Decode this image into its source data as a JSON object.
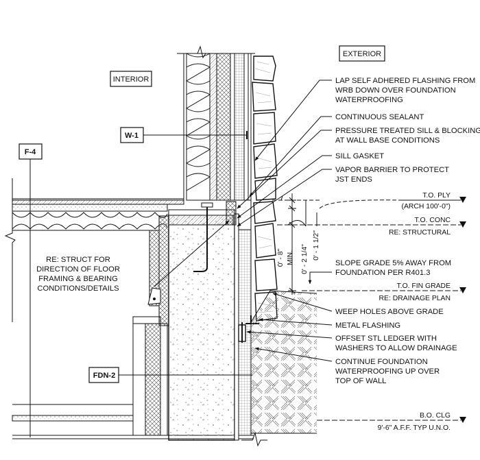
{
  "labels": {
    "exterior": "EXTERIOR",
    "interior": "INTERIOR",
    "w1": "W-1",
    "f4": "F-4",
    "fdn2": "FDN-2"
  },
  "notes": {
    "lap_flashing": [
      "LAP SELF ADHERED FLASHING FROM",
      "WRB DOWN OVER FOUNDATION",
      "WATERPROOFING"
    ],
    "sealant": "CONTINUOUS SEALANT",
    "sill": [
      "PRESSURE TREATED SILL & BLOCKING",
      "AT WALL BASE CONDITIONS"
    ],
    "gasket": "SILL GASKET",
    "vapor": [
      "VAPOR BARRIER TO PROTECT",
      "JST ENDS"
    ],
    "struct": [
      "RE: STRUCT FOR",
      "DIRECTION OF FLOOR",
      "FRAMING & BEARING",
      "CONDITIONS/DETAILS"
    ],
    "slope": [
      "SLOPE GRADE 5% AWAY FROM",
      "FOUNDATION PER R401.3"
    ],
    "weep": "WEEP HOLES ABOVE GRADE",
    "metal": "METAL FLASHING",
    "ledger": [
      "OFFSET STL LEDGER WITH",
      "WASHERS TO ALLOW DRAINAGE"
    ],
    "continue_wp": [
      "CONTINUE FOUNDATION",
      "WATERPROOFING UP OVER",
      "TOP OF WALL"
    ]
  },
  "elevations": {
    "ply": {
      "title": "T.O. PLY",
      "sub": "(ARCH 100'-0\")"
    },
    "conc": {
      "title": "T.O. CONC",
      "sub": "RE: STRUCTURAL"
    },
    "grade": {
      "title": "T.O. FIN GRADE",
      "sub": "RE: DRAINAGE PLAN"
    },
    "clg": {
      "title": "B.O. CLG",
      "sub": "9'-6\" A.F.F. TYP U.N.O."
    }
  },
  "dims": {
    "d1": "0' - 2 1/4\"",
    "d2": "0' - 1 1/2\"",
    "d3": "0' - 8\"",
    "d3b": "MIN."
  }
}
